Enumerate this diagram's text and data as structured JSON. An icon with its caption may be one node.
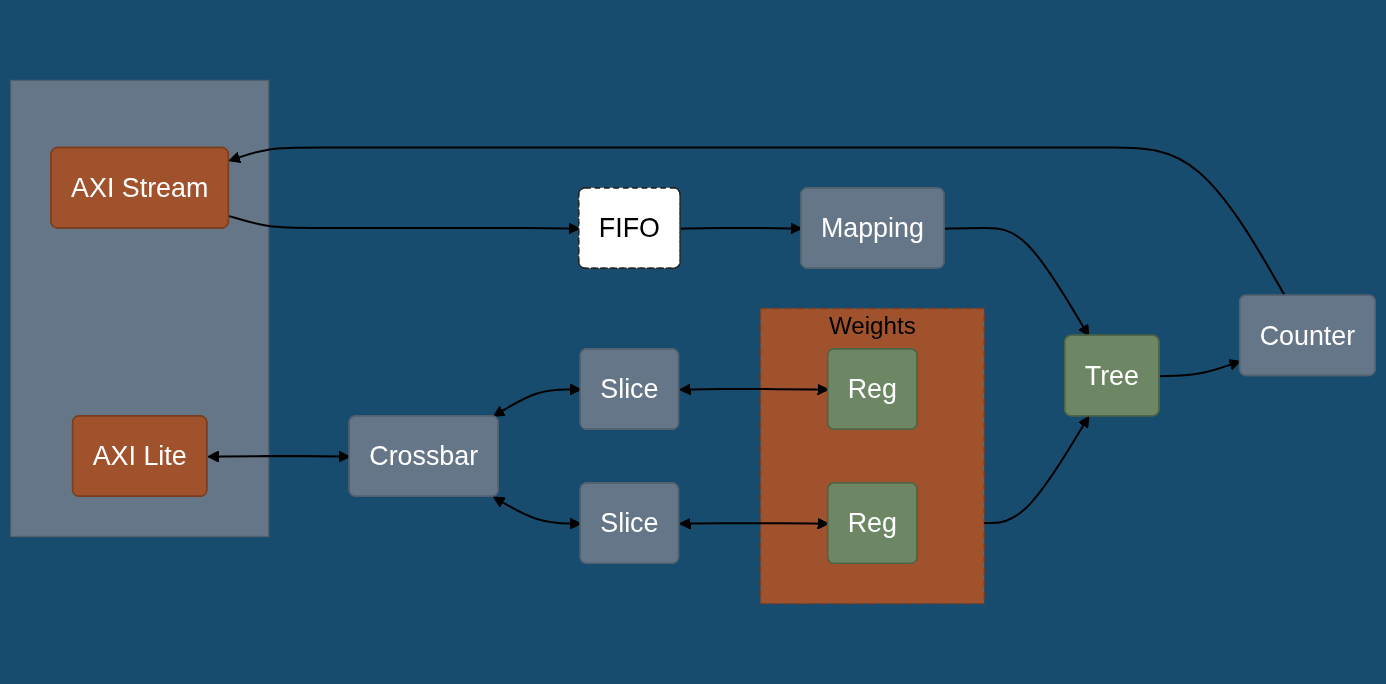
{
  "diagram": {
    "nodes": [
      {
        "text": [],
        "shape": "box"
      },
      {
        "text": [
          "AXI Stream"
        ],
        "in": 0
      },
      {
        "text": [
          "AXI Lite"
        ],
        "in": 0
      },
      {
        "text": [
          "FIFO"
        ]
      },
      {
        "text": [
          "Mapping"
        ]
      },
      {
        "text": [
          "Tree"
        ]
      },
      {
        "text": [
          "Counter"
        ]
      },
      {
        "text": [
          "Crossbar"
        ]
      },
      {
        "text": [
          "Slice"
        ]
      },
      {
        "text": [
          "Slice"
        ]
      },
      {
        "text": [
          "Weights"
        ]
      },
      {
        "text": [
          "Reg"
        ],
        "in": 10
      },
      {
        "text": [
          "Reg"
        ],
        "in": 10
      }
    ],
    "edges": [
      {
        "from": 1,
        "to": 3,
        "arrow": "to"
      },
      {
        "from": 3,
        "to": 4,
        "arrow": "to"
      },
      {
        "from": 4,
        "to": 5,
        "arrow": "to"
      },
      {
        "from": 5,
        "to": 6,
        "arrow": "to"
      },
      {
        "from": 6,
        "to": 1,
        "arrow": "to"
      },
      {
        "from": 2,
        "to": 7,
        "arrow": "both"
      },
      {
        "from": 7,
        "to": 8,
        "arrow": "both"
      },
      {
        "from": 7,
        "to": 9,
        "arrow": "both"
      },
      {
        "from": 8,
        "to": 11,
        "arrow": "both"
      },
      {
        "from": 9,
        "to": 12,
        "arrow": "both"
      },
      {
        "from": 10,
        "to": 5,
        "arrow": "to"
      }
    ]
  }
}
